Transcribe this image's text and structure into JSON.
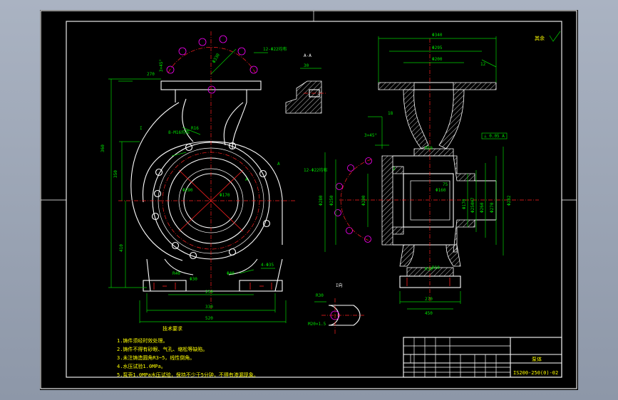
{
  "section_label": "A-A",
  "view_label": "I向",
  "tech_title": "技术要求",
  "notes": [
    "1.铸件须经时效处理。",
    "2.铸件不得有砂眼、气孔、缩松等缺陷。",
    "3.未注铸造圆角R3~5，线性倒角。",
    "4.水压试验1.0MPa。",
    "5.泵壳1.0MPa水压试验，保持不少于5分钟，不得有渗漏现象。"
  ],
  "title_block": {
    "part_name": "泵体",
    "drawing_no": "IS200-250(0)-02"
  },
  "dims_left": [
    "Φ330",
    "12-Φ22均布",
    "Φ235",
    "Φ290",
    "Φ250",
    "Φ170",
    "360",
    "520",
    "350",
    "410",
    "4-Φ35",
    "R16",
    "8-M16均布"
  ],
  "dims_right": [
    "Φ340",
    "Φ295",
    "Φ200",
    "Φ250",
    "Φ270",
    "Φ200",
    "Φ280",
    "Φ260",
    "12-Φ22均布",
    "270",
    "450"
  ],
  "colors": {
    "frame": "#ffffff",
    "dimension": "#00d000",
    "centerline": "#ff2020",
    "hole": "#ff00ff",
    "text": "#ffff00"
  }
}
